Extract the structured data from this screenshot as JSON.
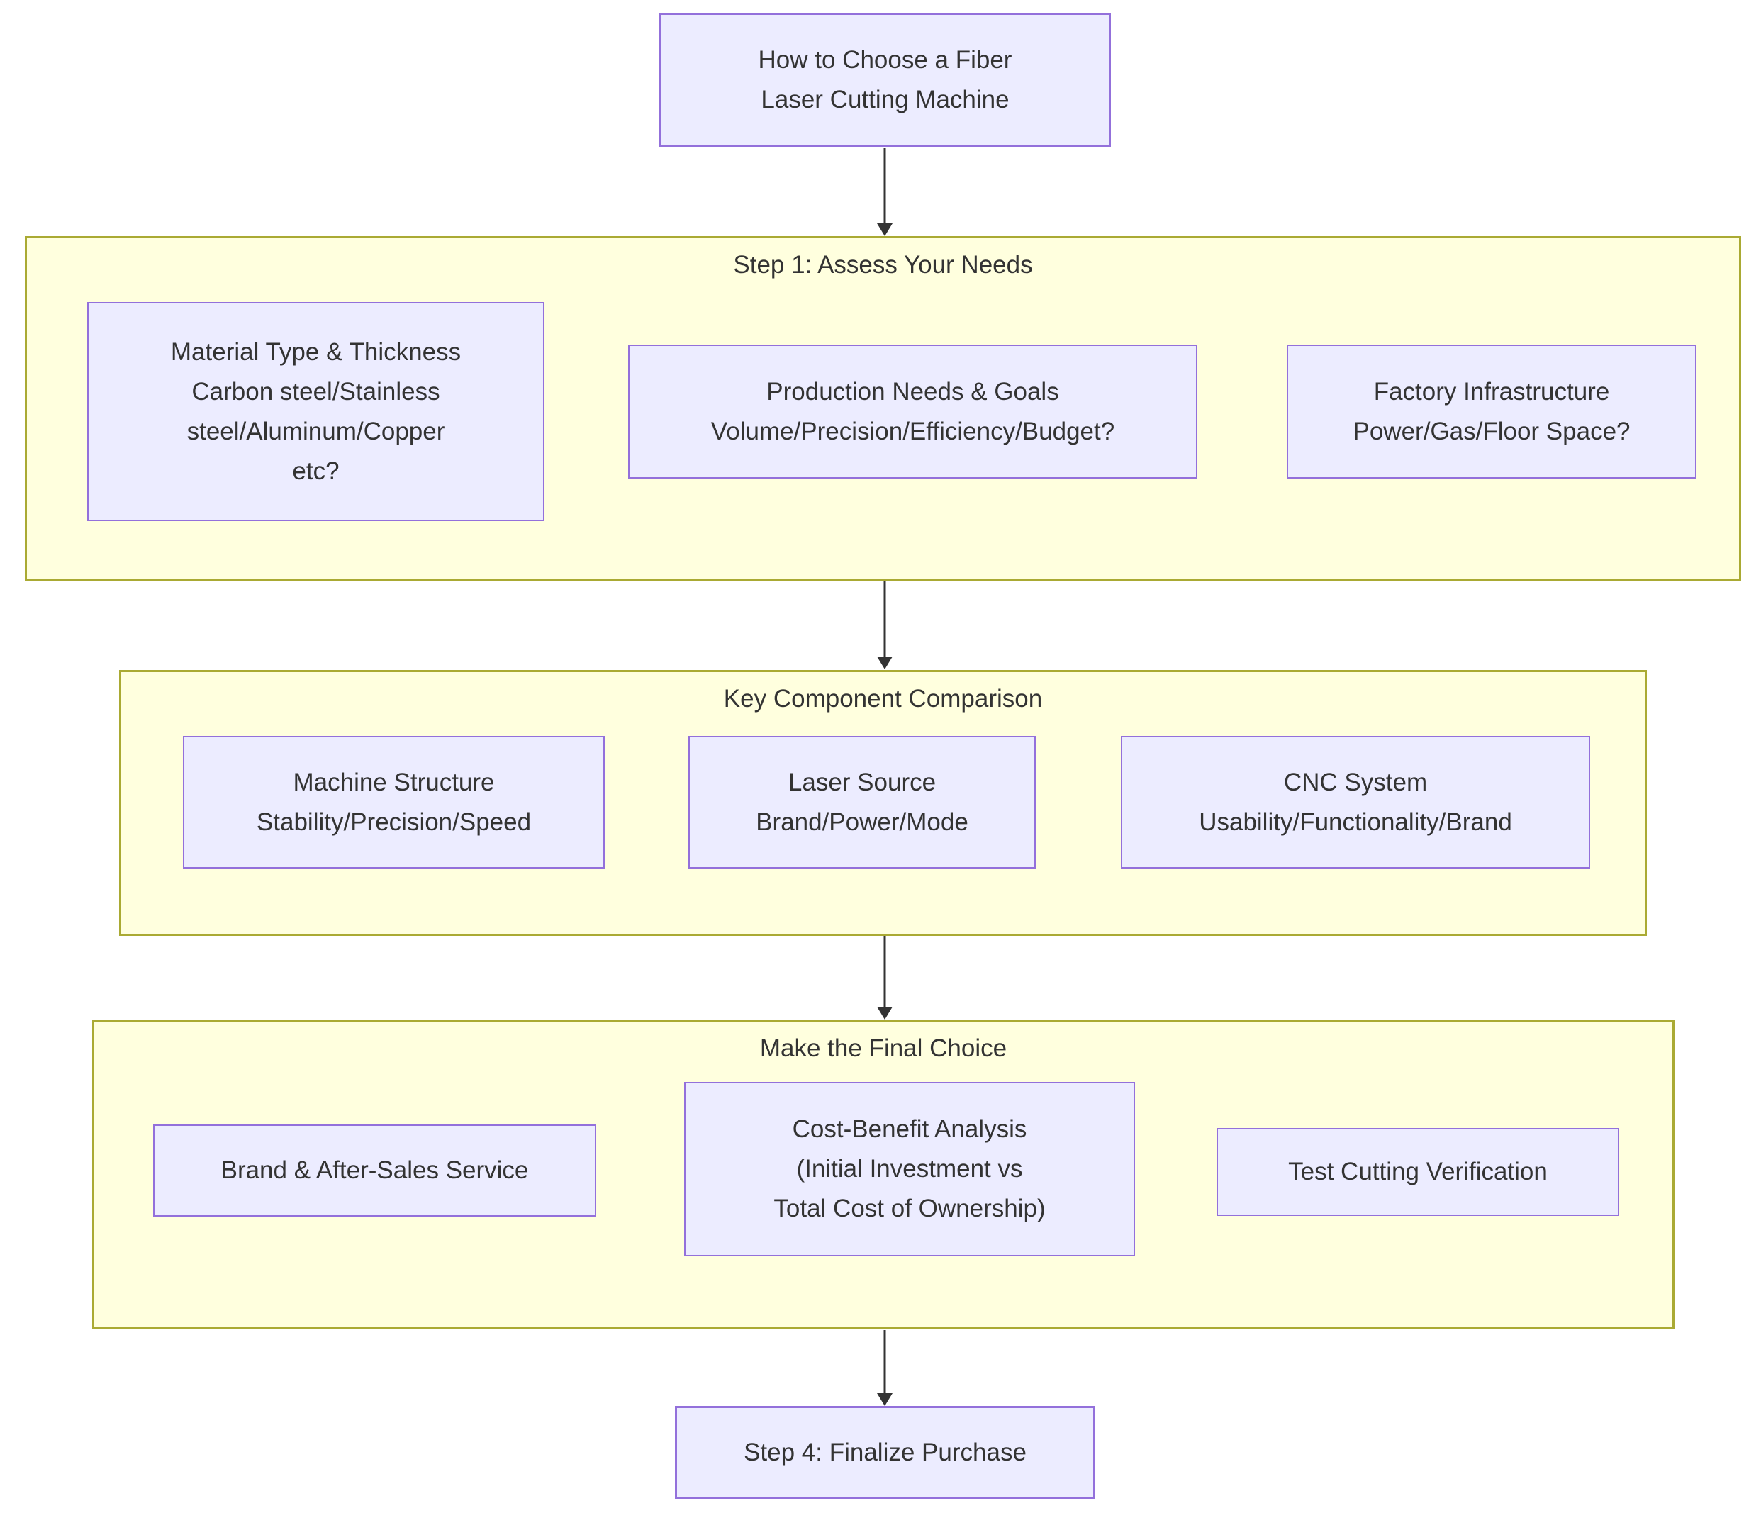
{
  "diagram": {
    "title_node": {
      "label": "How to Choose a Fiber\nLaser Cutting Machine"
    },
    "clusters": [
      {
        "label": "Step 1: Assess Your Needs",
        "nodes": [
          {
            "label": "Material Type & Thickness\nCarbon steel/Stainless\nsteel/Aluminum/Copper\netc?"
          },
          {
            "label": "Production Needs & Goals\nVolume/Precision/Efficiency/Budget?"
          },
          {
            "label": "Factory Infrastructure\nPower/Gas/Floor Space?"
          }
        ]
      },
      {
        "label": "Key Component Comparison",
        "nodes": [
          {
            "label": "Machine Structure\nStability/Precision/Speed"
          },
          {
            "label": "Laser Source\nBrand/Power/Mode"
          },
          {
            "label": "CNC System\nUsability/Functionality/Brand"
          }
        ]
      },
      {
        "label": "Make the Final Choice",
        "nodes": [
          {
            "label": "Brand & After-Sales Service"
          },
          {
            "label": "Cost-Benefit Analysis\n(Initial Investment vs\nTotal Cost of Ownership)"
          },
          {
            "label": "Test Cutting Verification"
          }
        ]
      }
    ],
    "final_node": {
      "label": "Step 4: Finalize Purchase"
    }
  },
  "colors": {
    "page_bg": "#FFFFFF",
    "node_fill": "#ECECFF",
    "node_border": "#9370DB",
    "cluster_fill": "#FFFFDE",
    "cluster_border": "#AAAA33",
    "edge": "#333333",
    "text": "#333333"
  }
}
